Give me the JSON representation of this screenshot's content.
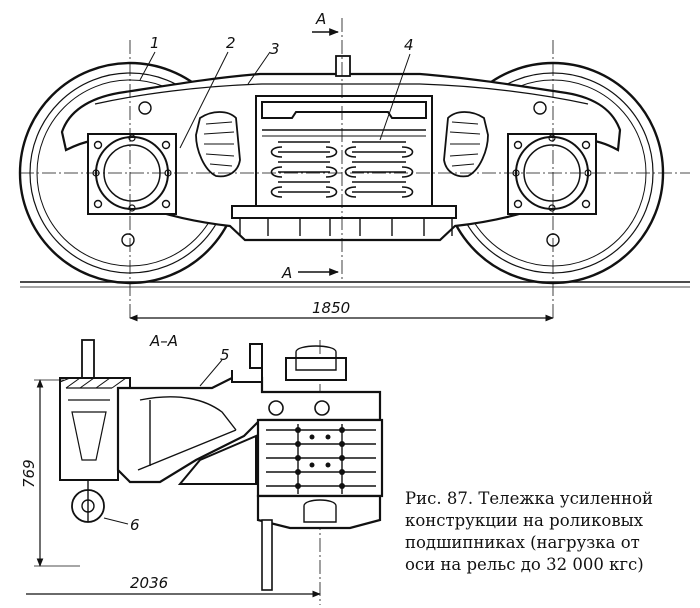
{
  "figure": {
    "labels": {
      "part_1": "1",
      "part_2": "2",
      "part_3": "3",
      "part_4": "4",
      "part_5": "5",
      "part_6": "6",
      "section_mark_top": "A",
      "section_mark_bottom": "A",
      "section_title": "А–А"
    },
    "dimensions": {
      "wheelbase": "1850",
      "height": "769",
      "width": "2036"
    },
    "caption": {
      "line1": "Рис. 87. Тележка усиленной",
      "line2": "конструкции на роликовых",
      "line3": "подшипниках (нагрузка от",
      "line4": "оси на рельс до 32 000 кгс)"
    }
  }
}
